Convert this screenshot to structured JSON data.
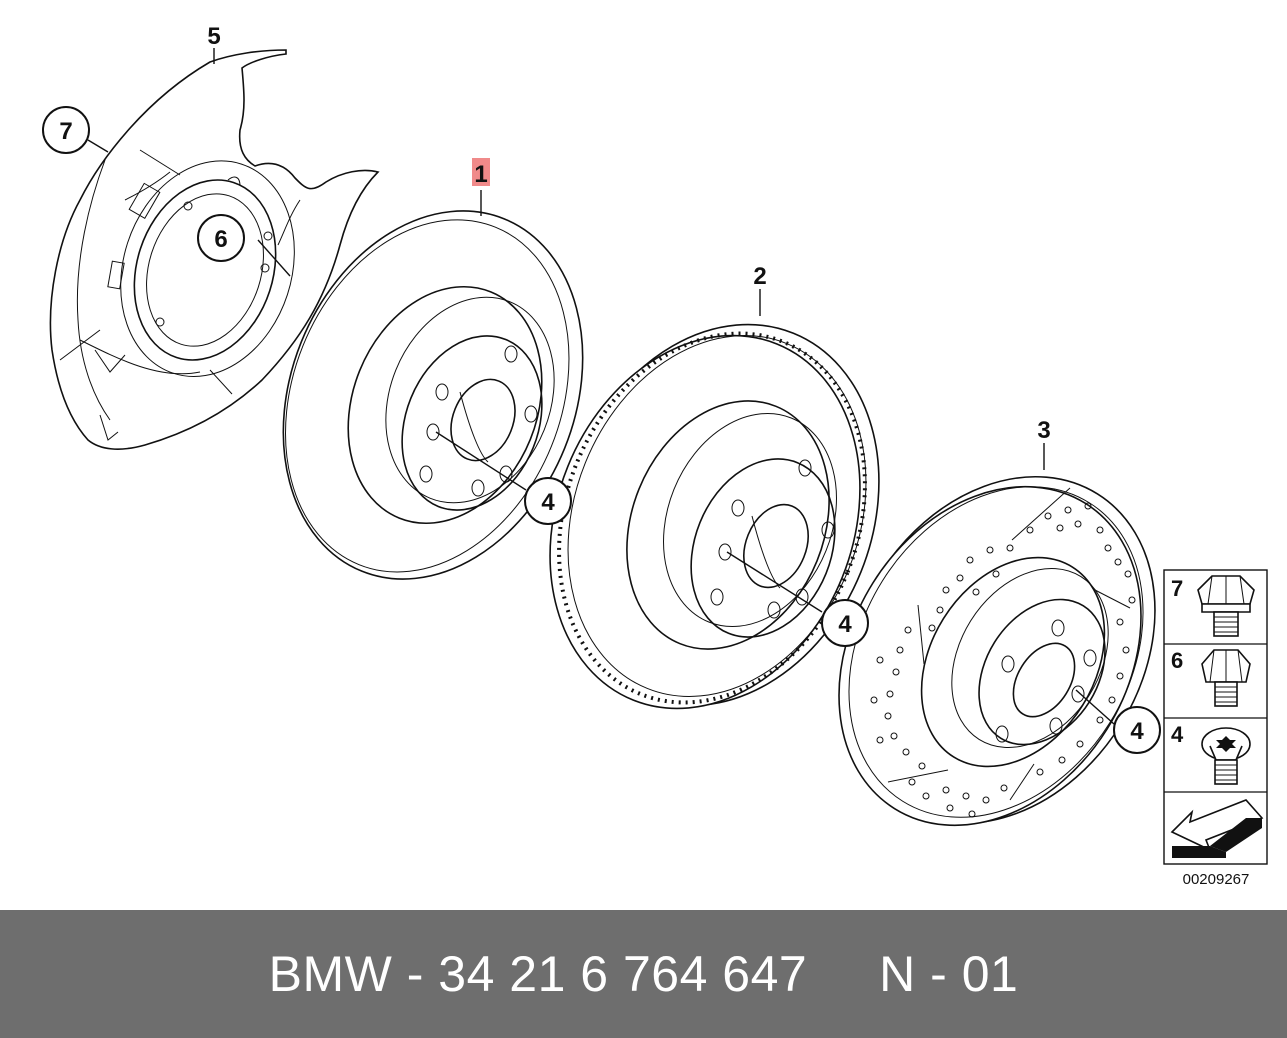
{
  "callouts": {
    "shield": "5",
    "bolt_shield": "7",
    "bolt_inner": "6",
    "disc_rear": "1",
    "disc_vented": "2",
    "disc_sport": "3",
    "screw_rear": "4",
    "screw_vented": "4",
    "screw_sport": "4"
  },
  "highlight_color": "#f08a8a",
  "legend": {
    "items": [
      {
        "num": "7",
        "icon": "hex-bolt-flange"
      },
      {
        "num": "6",
        "icon": "hex-bolt"
      },
      {
        "num": "4",
        "icon": "torx-screw"
      }
    ],
    "arrow_icon": "nav-arrow"
  },
  "document_number": "00209267",
  "footer": {
    "text": "BMW - 34 21 6 764 647     N - 01"
  }
}
